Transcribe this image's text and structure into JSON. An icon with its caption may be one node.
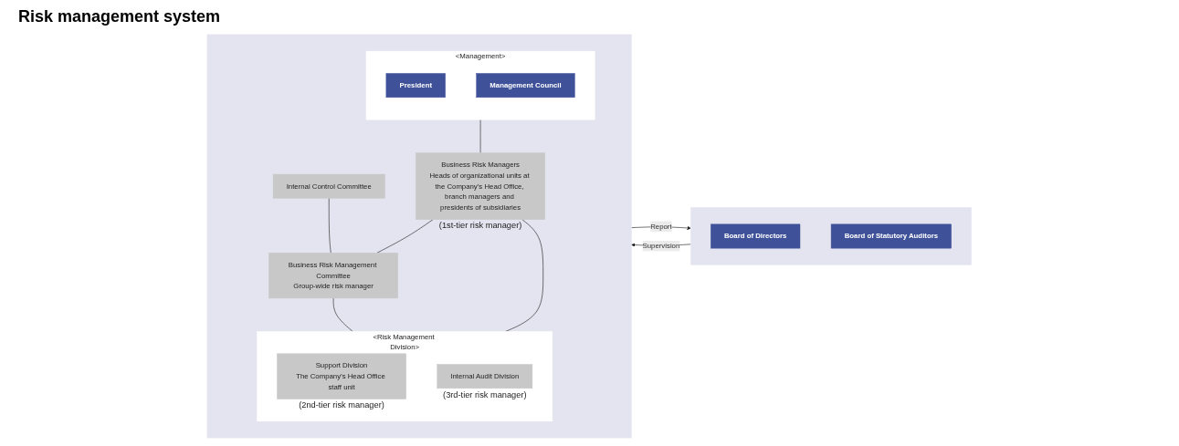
{
  "diagram": {
    "title": "Risk management system",
    "nodes": [
      {
        "text": [],
        "shape": "box"
      },
      {
        "text": [
          "Board of Directors"
        ],
        "in": 0
      },
      {
        "text": [
          "Board of Statutory Auditors"
        ],
        "in": 0
      },
      {
        "text": [],
        "shape": "box"
      },
      {
        "text": [
          "<Management>"
        ],
        "in": 3
      },
      {
        "text": [
          "President"
        ],
        "in": 4
      },
      {
        "text": [
          "Management Council"
        ],
        "in": 4
      },
      {
        "text": [
          "Business Risk Managers",
          "Heads of organizational units at the Company’s Head Office, branch managers and presidents of subsidiaries"
        ],
        "beside": [
          "(1st-tier risk manager)"
        ],
        "in": 3
      },
      {
        "text": [
          "Internal Control Committee"
        ],
        "in": 3
      },
      {
        "text": [
          "Business Risk Management Committee",
          "Group-wide risk manager"
        ],
        "in": 3
      },
      {
        "text": [
          "<Risk Management Division>"
        ],
        "in": 3
      },
      {
        "text": [
          "Support Division",
          "The Company’s Head Office staff unit"
        ],
        "beside": [
          "(2nd-tier risk manager)"
        ],
        "in": 10
      },
      {
        "text": [
          "Internal Audit Division"
        ],
        "beside": [
          "(3rd-tier risk manager)"
        ],
        "in": 10
      }
    ],
    "edges": [
      {
        "from": 0,
        "to": 3,
        "arrow": "to",
        "label": "Supervision"
      },
      {
        "from": 3,
        "to": 0,
        "arrow": "to",
        "label": "Report"
      },
      {
        "from": 8,
        "to": 9,
        "arrow": "none"
      },
      {
        "from": 4,
        "to": 7,
        "arrow": "none"
      },
      {
        "from": 7,
        "to": 9,
        "arrow": "none"
      },
      {
        "from": 9,
        "to": 10,
        "arrow": "none"
      },
      {
        "from": 7,
        "to": 10,
        "arrow": "none"
      }
    ]
  }
}
